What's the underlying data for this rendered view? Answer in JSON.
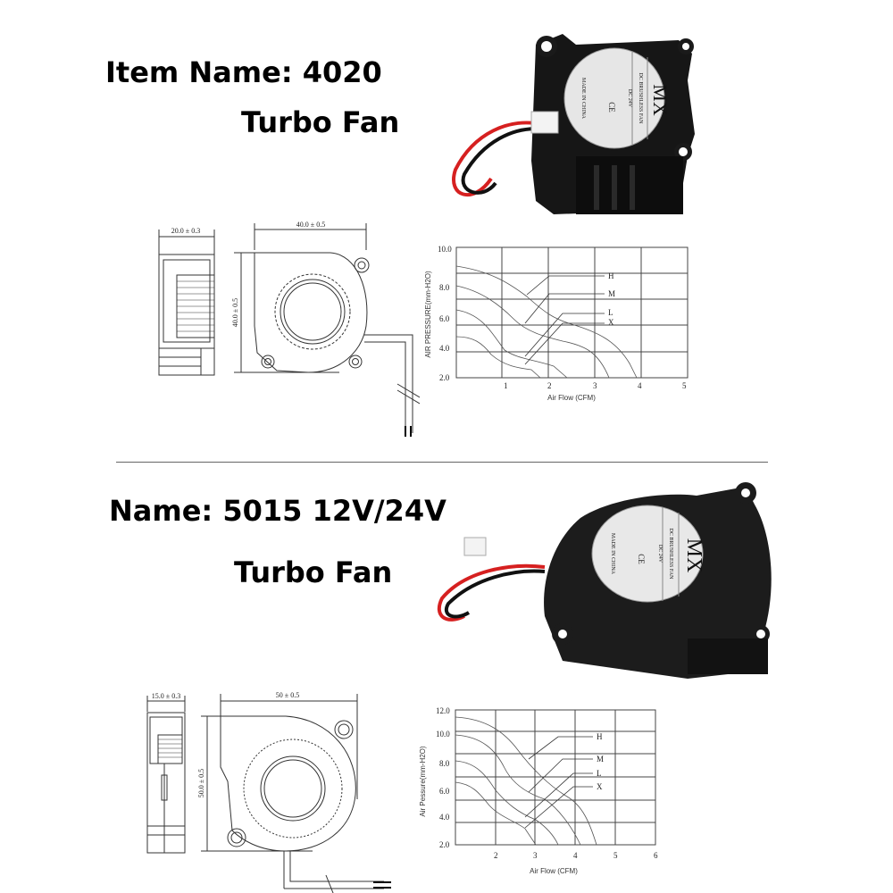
{
  "section1": {
    "title_line1": "Item Name: 4020",
    "title_line2": "Turbo Fan",
    "label": {
      "brand": "MX",
      "line1": "DC BRUSHLESS FAN",
      "line2": "DC 24V",
      "made": "MADE IN CHINA",
      "cert": "CE"
    },
    "drawing": {
      "width_dim": "20.0 ± 0.3",
      "top_dim": "40.0 ± 0.5",
      "side_dim": "40.0 ± 0.5"
    }
  },
  "section2": {
    "title_line1": "Name:  5015 12V/24V",
    "title_line2": "Turbo Fan",
    "label": {
      "brand": "MX",
      "line1": "DC BRUSHLESS FAN",
      "line2": "DC 24V",
      "made": "MADE IN CHINA",
      "cert": "CE"
    },
    "drawing": {
      "width_dim": "15.0 ± 0.3",
      "top_dim": "50 ± 0.5",
      "side_dim": "50.0 ± 0.5"
    }
  },
  "chart_data": [
    {
      "type": "line",
      "title": "4020 Turbo Fan P-Q Curve",
      "xlabel": "Air Flow (CFM)",
      "ylabel": "AIR PRESSURE(mm-H2O)",
      "xlim": [
        0,
        5
      ],
      "ylim": [
        2.0,
        10.0
      ],
      "xticks": [
        "1",
        "2",
        "3",
        "4",
        "5"
      ],
      "yticks": [
        "2.0",
        "4.0",
        "6.0",
        "8.0",
        "10.0"
      ],
      "grid": true,
      "legend": [
        "H",
        "M",
        "L",
        "X"
      ],
      "series": [
        {
          "name": "H",
          "x": [
            0,
            0.5,
            1,
            1.5,
            2,
            2.5,
            3,
            3.5,
            4,
            4.1
          ],
          "y": [
            8.9,
            8.6,
            8.0,
            7.1,
            6.2,
            5.6,
            5.0,
            4.1,
            2.4,
            2.0
          ]
        },
        {
          "name": "M",
          "x": [
            0,
            0.5,
            1,
            1.5,
            2,
            2.5,
            3,
            3.3,
            3.45
          ],
          "y": [
            8.0,
            7.5,
            6.5,
            5.4,
            4.7,
            4.3,
            3.7,
            2.8,
            2.0
          ]
        },
        {
          "name": "L",
          "x": [
            0,
            0.5,
            1,
            1.5,
            2,
            2.5,
            2.9
          ],
          "y": [
            6.3,
            5.9,
            4.6,
            3.6,
            3.3,
            2.9,
            2.0
          ]
        },
        {
          "name": "X",
          "x": [
            0,
            0.5,
            1,
            1.5,
            2,
            2.15
          ],
          "y": [
            4.5,
            4.3,
            3.2,
            2.9,
            2.6,
            2.0
          ]
        }
      ]
    },
    {
      "type": "line",
      "title": "5015 Turbo Fan P-Q Curve",
      "xlabel": "Air Flow (CFM)",
      "ylabel": "Air Pessure(mm-H2O)",
      "xlim": [
        1,
        6
      ],
      "ylim": [
        2.0,
        12.0
      ],
      "xticks": [
        "2",
        "3",
        "4",
        "5",
        "6"
      ],
      "yticks": [
        "2.0",
        "4.0",
        "6.0",
        "8.0",
        "10.0",
        "12.0"
      ],
      "grid": true,
      "legend": [
        "H",
        "M",
        "L",
        "X"
      ],
      "series": [
        {
          "name": "H",
          "x": [
            1,
            1.5,
            2,
            2.5,
            3,
            3.5,
            4,
            4.4,
            4.6
          ],
          "y": [
            11.4,
            11.2,
            10.6,
            9.4,
            7.6,
            5.9,
            4.8,
            3.5,
            2.0
          ]
        },
        {
          "name": "M",
          "x": [
            1,
            1.5,
            2,
            2.5,
            3,
            3.5,
            3.9,
            4.15
          ],
          "y": [
            10.1,
            9.8,
            8.7,
            6.9,
            5.0,
            4.3,
            3.2,
            2.0
          ]
        },
        {
          "name": "L",
          "x": [
            1,
            1.5,
            2,
            2.5,
            3,
            3.4,
            3.6
          ],
          "y": [
            8.1,
            7.7,
            6.4,
            4.8,
            3.8,
            3.0,
            2.0
          ]
        },
        {
          "name": "X",
          "x": [
            1,
            1.5,
            2,
            2.5,
            2.9,
            3.0
          ],
          "y": [
            6.6,
            6.3,
            4.9,
            3.9,
            3.0,
            2.0
          ]
        }
      ]
    }
  ]
}
